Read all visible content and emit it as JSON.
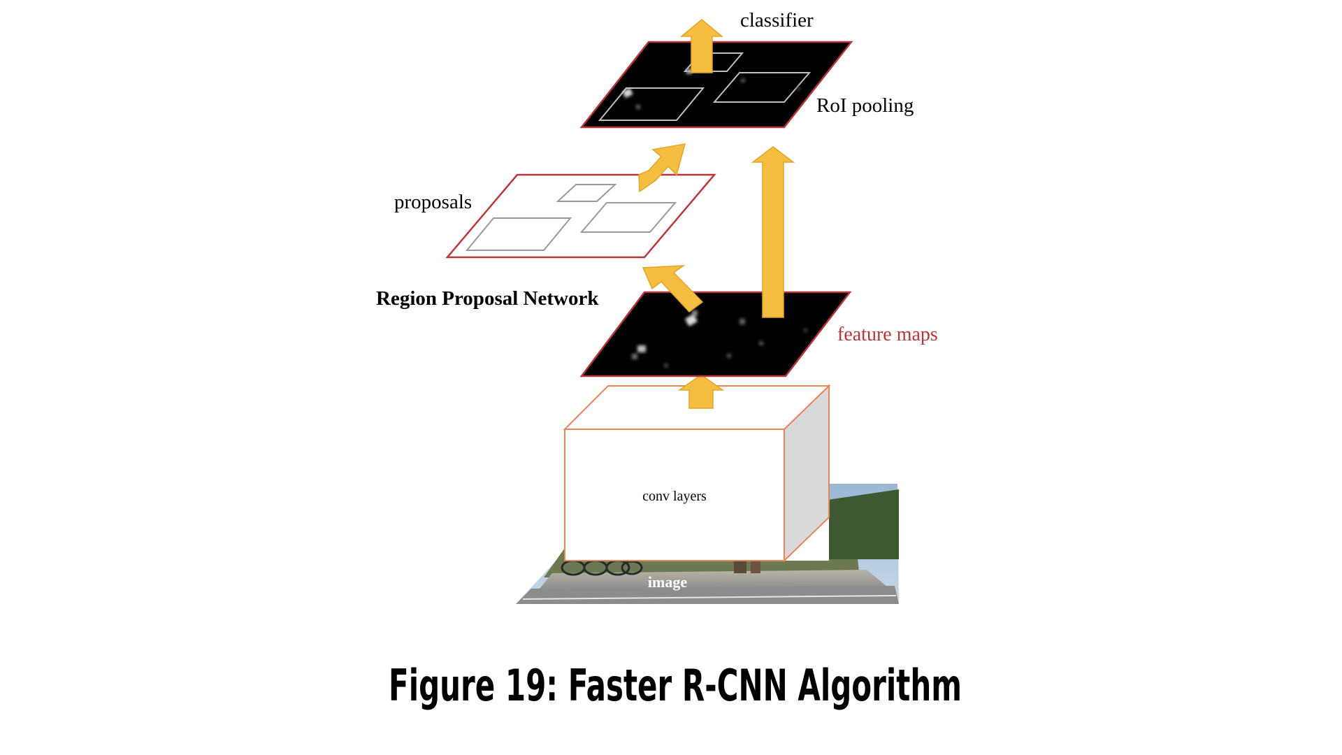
{
  "diagram": {
    "labels": {
      "classifier": "classifier",
      "roi_pooling": "RoI pooling",
      "proposals": "proposals",
      "rpn": "Region Proposal Network",
      "feature_maps": "feature maps",
      "conv_layers": "conv layers",
      "image": "image"
    },
    "caption": "Figure 19: Faster R-CNN Algorithm"
  },
  "colors": {
    "arrow_fill": "#F5BE41",
    "arrow_stroke": "#E0A52A",
    "plane_border": "#B5363C",
    "conv_border": "#E8845A",
    "feature_text": "#B5363C",
    "map_fill": "#000000",
    "box_side": "#D9D9D9"
  }
}
